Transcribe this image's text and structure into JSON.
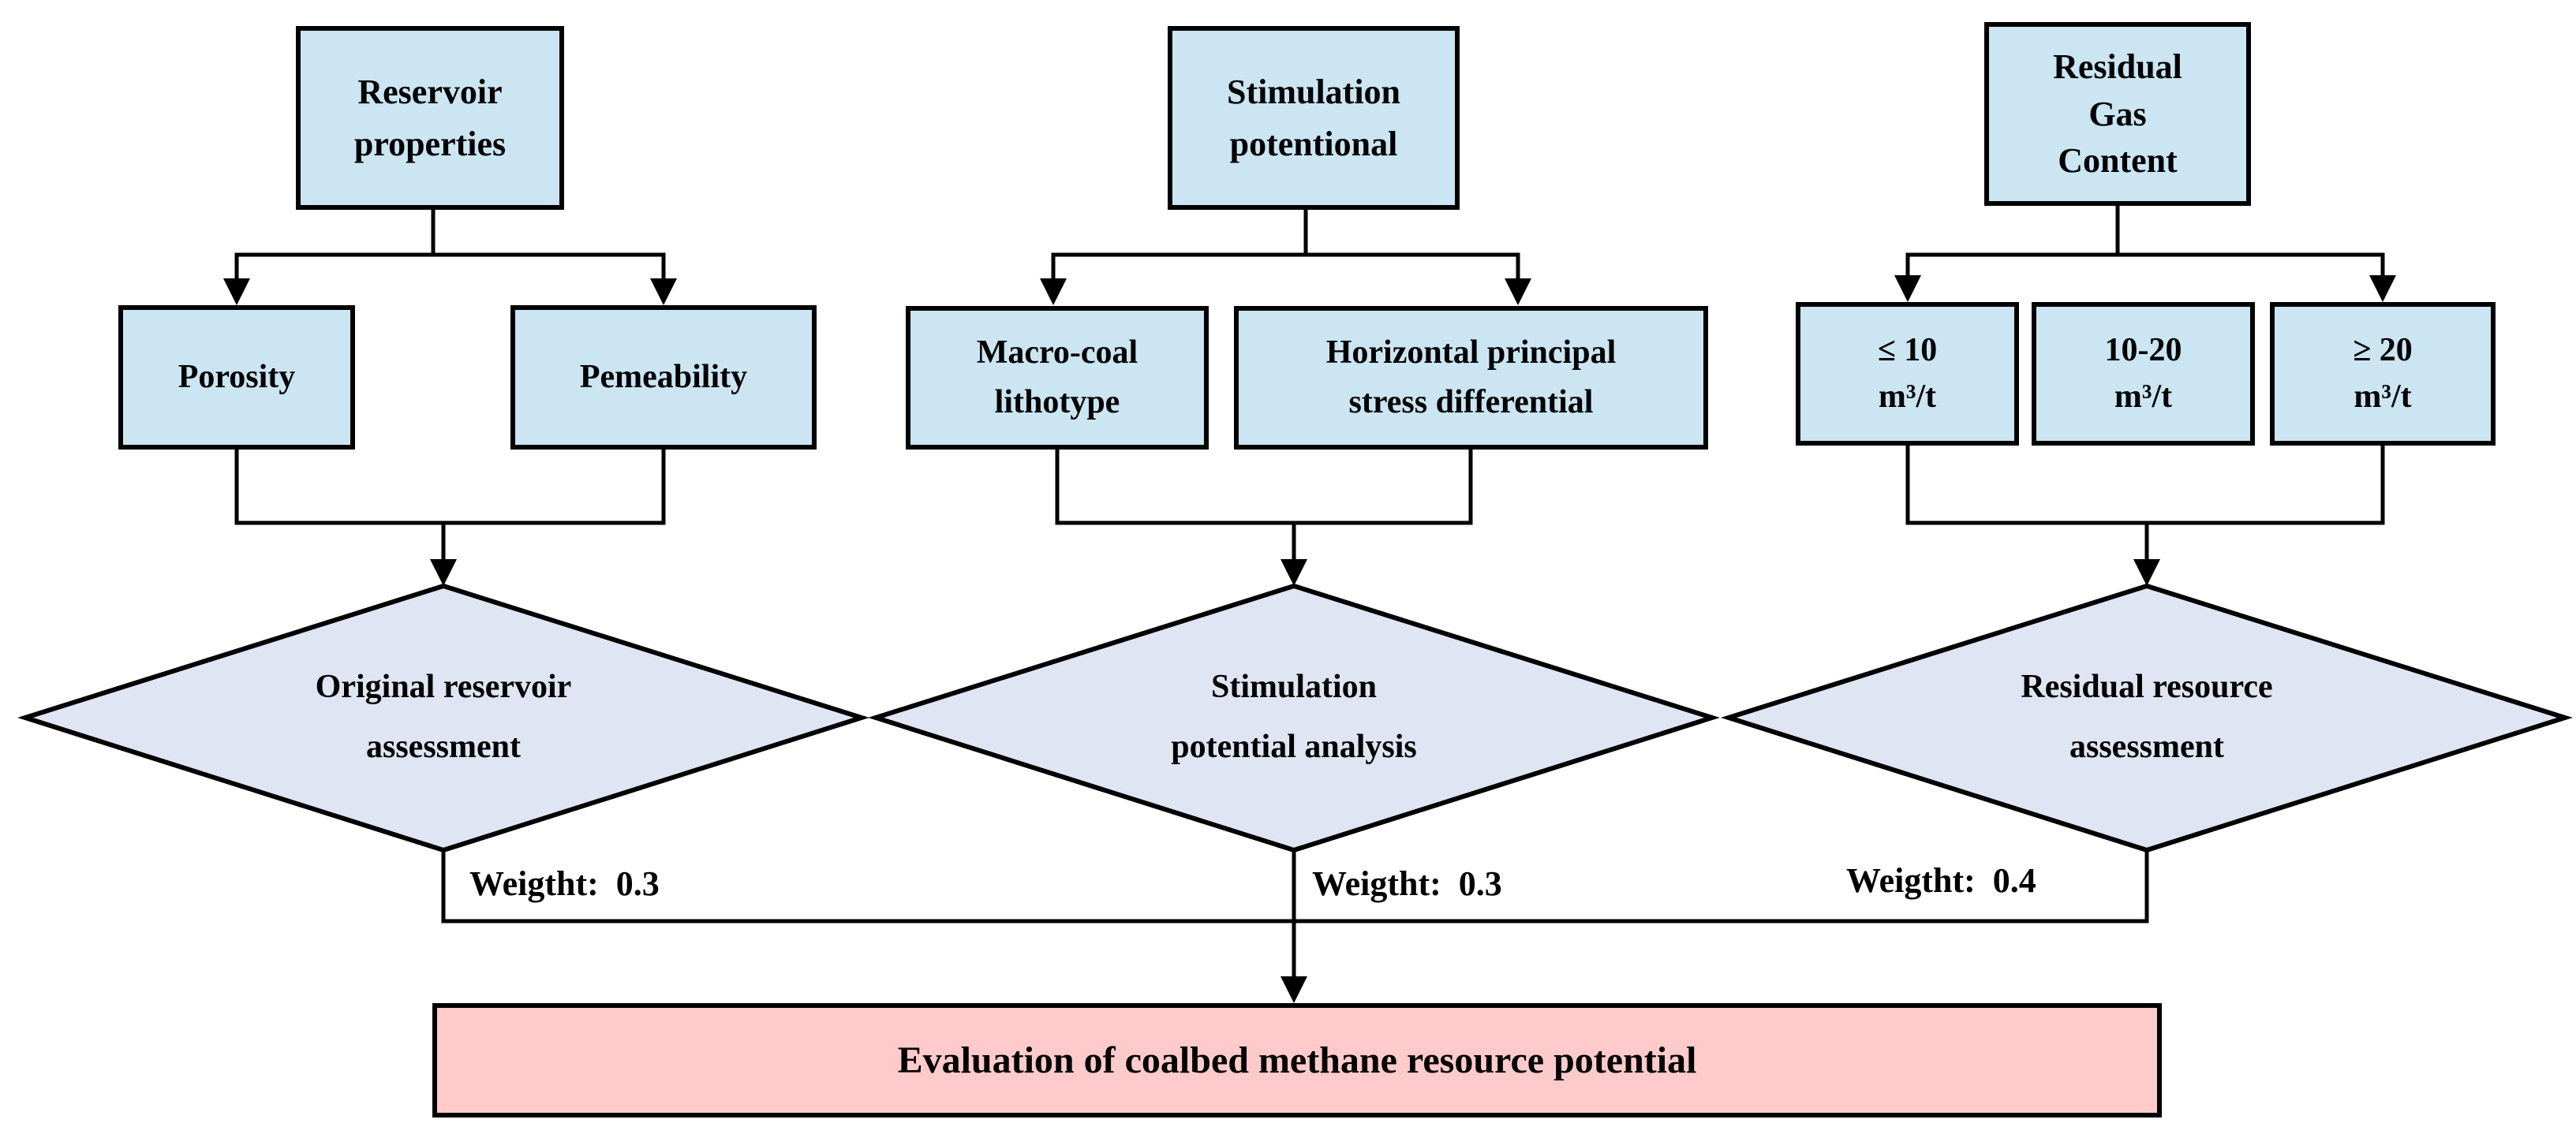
{
  "palette": {
    "box_fill": "#cbe5f2",
    "diamond_fill": "#dfe5f2",
    "result_fill": "#ffcaca",
    "line_color": "#000000"
  },
  "top_boxes": [
    {
      "label": "Reservoir\nproperties"
    },
    {
      "label": "Stimulation\npotentional"
    },
    {
      "label": "Residual\nGas\nContent"
    }
  ],
  "factor_boxes": [
    {
      "label": "Porosity"
    },
    {
      "label": "Pemeability"
    },
    {
      "label": "Macro-coal\nlithotype"
    },
    {
      "label": "Horizontal principal\nstress differential"
    },
    {
      "label": "≤ 10\nm³/t"
    },
    {
      "label": "10-20\nm³/t"
    },
    {
      "label": "≥ 20\nm³/t"
    }
  ],
  "diamonds": [
    {
      "label": "Original reservoir\nassessment",
      "weight": "Weigtht:  0.3"
    },
    {
      "label": "Stimulation\npotential analysis",
      "weight": "Weigtht:  0.3"
    },
    {
      "label": "Residual resource\nassessment",
      "weight": "Weigtht:  0.4"
    }
  ],
  "result_box": {
    "label": "Evaluation of coalbed methane resource potential"
  }
}
